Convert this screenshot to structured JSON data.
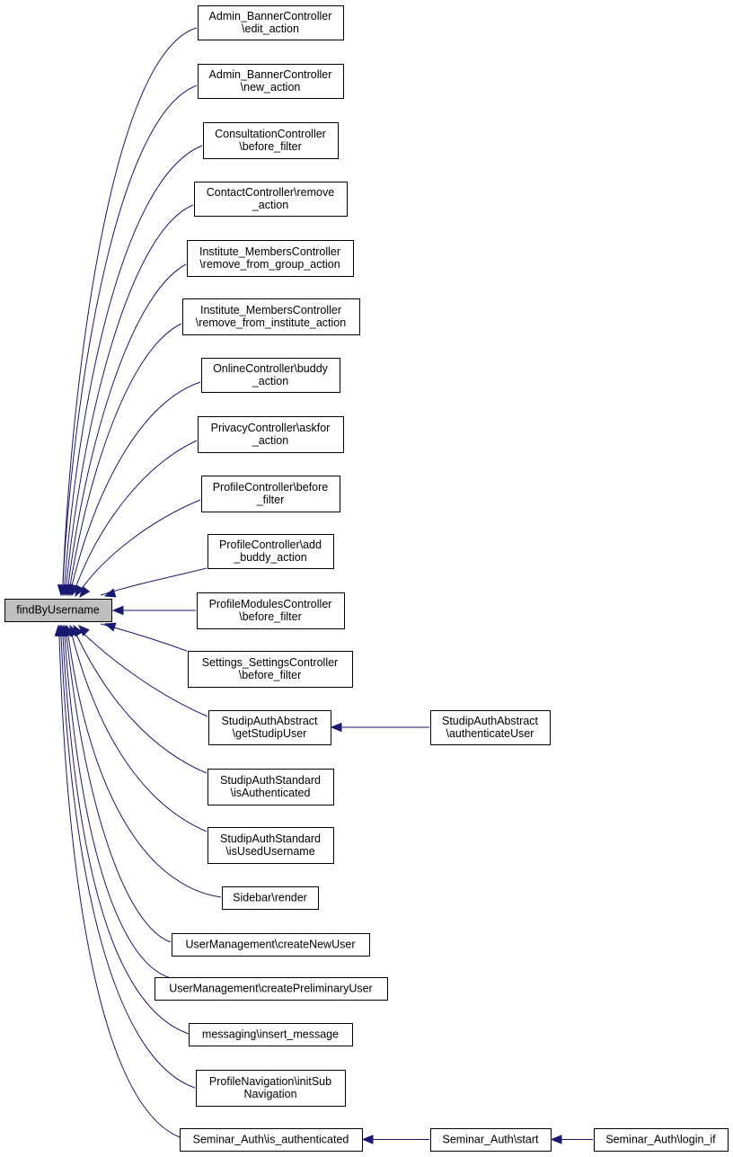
{
  "diagram": {
    "root": "root",
    "nodes": [
      {
        "id": "root",
        "lines": [
          "findByUsername"
        ]
      },
      {
        "id": "n1",
        "lines": [
          "Admin_BannerController",
          "\\edit_action"
        ]
      },
      {
        "id": "n2",
        "lines": [
          "Admin_BannerController",
          "\\new_action"
        ]
      },
      {
        "id": "n3",
        "lines": [
          "ConsultationController",
          "\\before_filter"
        ]
      },
      {
        "id": "n4",
        "lines": [
          "ContactController\\remove",
          "_action"
        ]
      },
      {
        "id": "n5",
        "lines": [
          "Institute_MembersController",
          "\\remove_from_group_action"
        ]
      },
      {
        "id": "n6",
        "lines": [
          "Institute_MembersController",
          "\\remove_from_institute_action"
        ]
      },
      {
        "id": "n7",
        "lines": [
          "OnlineController\\buddy",
          "_action"
        ]
      },
      {
        "id": "n8",
        "lines": [
          "PrivacyController\\askfor",
          "_action"
        ]
      },
      {
        "id": "n9",
        "lines": [
          "ProfileController\\before",
          "_filter"
        ]
      },
      {
        "id": "n10",
        "lines": [
          "ProfileController\\add",
          "_buddy_action"
        ]
      },
      {
        "id": "n11",
        "lines": [
          "ProfileModulesController",
          "\\before_filter"
        ]
      },
      {
        "id": "n12",
        "lines": [
          "Settings_SettingsController",
          "\\before_filter"
        ]
      },
      {
        "id": "n13",
        "lines": [
          "StudipAuthAbstract",
          "\\getStudipUser"
        ]
      },
      {
        "id": "n14",
        "lines": [
          "StudipAuthStandard",
          "\\isAuthenticated"
        ]
      },
      {
        "id": "n15",
        "lines": [
          "StudipAuthStandard",
          "\\isUsedUsername"
        ]
      },
      {
        "id": "n16",
        "lines": [
          "Sidebar\\render"
        ]
      },
      {
        "id": "n17",
        "lines": [
          "UserManagement\\createNewUser"
        ]
      },
      {
        "id": "n18",
        "lines": [
          "UserManagement\\createPreliminaryUser"
        ]
      },
      {
        "id": "n19",
        "lines": [
          "messaging\\insert_message"
        ]
      },
      {
        "id": "n20",
        "lines": [
          "ProfileNavigation\\initSub",
          "Navigation"
        ]
      },
      {
        "id": "n21",
        "lines": [
          "Seminar_Auth\\is_authenticated"
        ]
      },
      {
        "id": "n22",
        "lines": [
          "StudipAuthAbstract",
          "\\authenticateUser"
        ]
      },
      {
        "id": "n23",
        "lines": [
          "Seminar_Auth\\start"
        ]
      },
      {
        "id": "n24",
        "lines": [
          "Seminar_Auth\\login_if"
        ]
      }
    ],
    "edges": [
      {
        "from": "n1",
        "to": "root"
      },
      {
        "from": "n2",
        "to": "root"
      },
      {
        "from": "n3",
        "to": "root"
      },
      {
        "from": "n4",
        "to": "root"
      },
      {
        "from": "n5",
        "to": "root"
      },
      {
        "from": "n6",
        "to": "root"
      },
      {
        "from": "n7",
        "to": "root"
      },
      {
        "from": "n8",
        "to": "root"
      },
      {
        "from": "n9",
        "to": "root"
      },
      {
        "from": "n10",
        "to": "root"
      },
      {
        "from": "n11",
        "to": "root"
      },
      {
        "from": "n12",
        "to": "root"
      },
      {
        "from": "n13",
        "to": "root"
      },
      {
        "from": "n14",
        "to": "root"
      },
      {
        "from": "n15",
        "to": "root"
      },
      {
        "from": "n16",
        "to": "root"
      },
      {
        "from": "n17",
        "to": "root"
      },
      {
        "from": "n18",
        "to": "root"
      },
      {
        "from": "n19",
        "to": "root"
      },
      {
        "from": "n20",
        "to": "root"
      },
      {
        "from": "n21",
        "to": "root"
      },
      {
        "from": "n22",
        "to": "n13"
      },
      {
        "from": "n23",
        "to": "n21"
      },
      {
        "from": "n24",
        "to": "n23"
      }
    ],
    "colors": {
      "edge": "#191970",
      "root_fill": "#bfbfbf",
      "node_border": "#000000",
      "node_fill": "#ffffff"
    }
  }
}
